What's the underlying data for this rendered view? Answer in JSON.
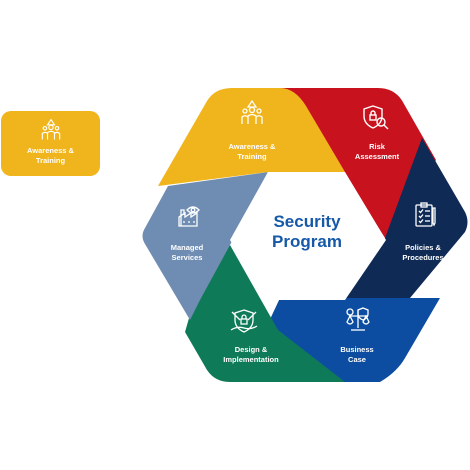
{
  "callout": {
    "label": "Awareness &\nTraining",
    "icon": "people-group-icon",
    "color": "#f0b41c"
  },
  "center": {
    "title": "Security\nProgram",
    "color": "#1659a8"
  },
  "segments": [
    {
      "key": "awareness",
      "label": "Awareness &\nTraining",
      "icon": "people-group-icon",
      "color": "#f0b41c"
    },
    {
      "key": "risk",
      "label": "Risk\nAssessment",
      "icon": "shield-magnifier-icon",
      "color": "#c8131f"
    },
    {
      "key": "policies",
      "label": "Policies &\nProcedures",
      "icon": "clipboard-checklist-icon",
      "color": "#0f2a55"
    },
    {
      "key": "business",
      "label": "Business\nCase",
      "icon": "scales-shield-icon",
      "color": "#0d4da1"
    },
    {
      "key": "design",
      "label": "Design &\nImplementation",
      "icon": "shield-tools-icon",
      "color": "#0f7a57"
    },
    {
      "key": "managed",
      "label": "Managed\nServices",
      "icon": "factory-eye-icon",
      "color": "#6f8db3"
    }
  ]
}
